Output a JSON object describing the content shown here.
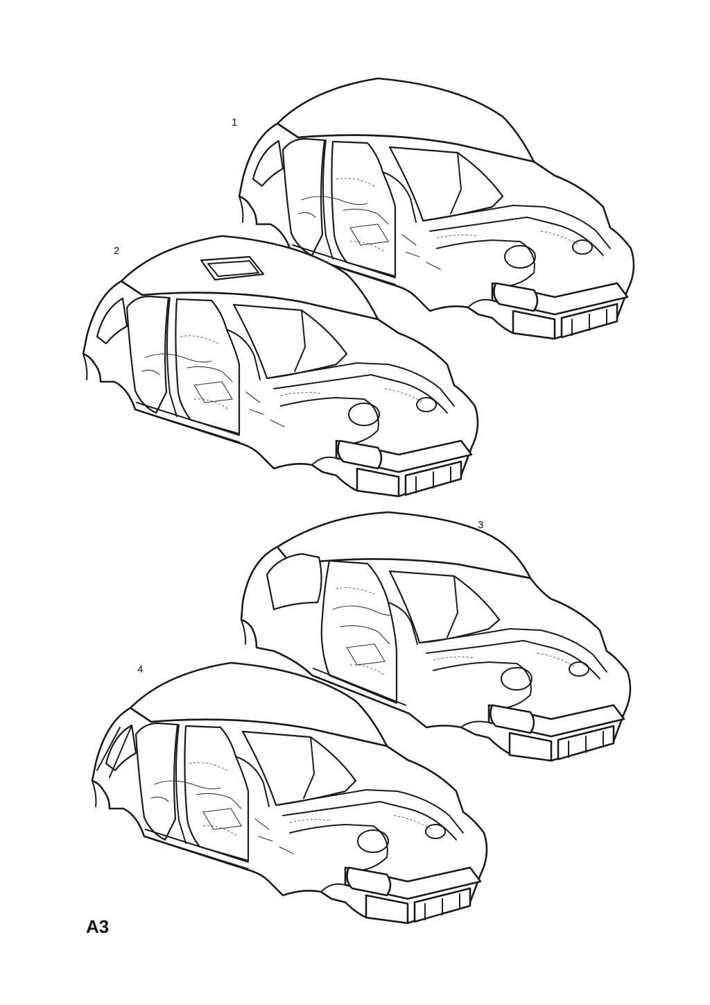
{
  "diagram": {
    "page_code": "A3",
    "callouts": [
      {
        "id": "1"
      },
      {
        "id": "2"
      },
      {
        "id": "3"
      },
      {
        "id": "4"
      }
    ]
  }
}
